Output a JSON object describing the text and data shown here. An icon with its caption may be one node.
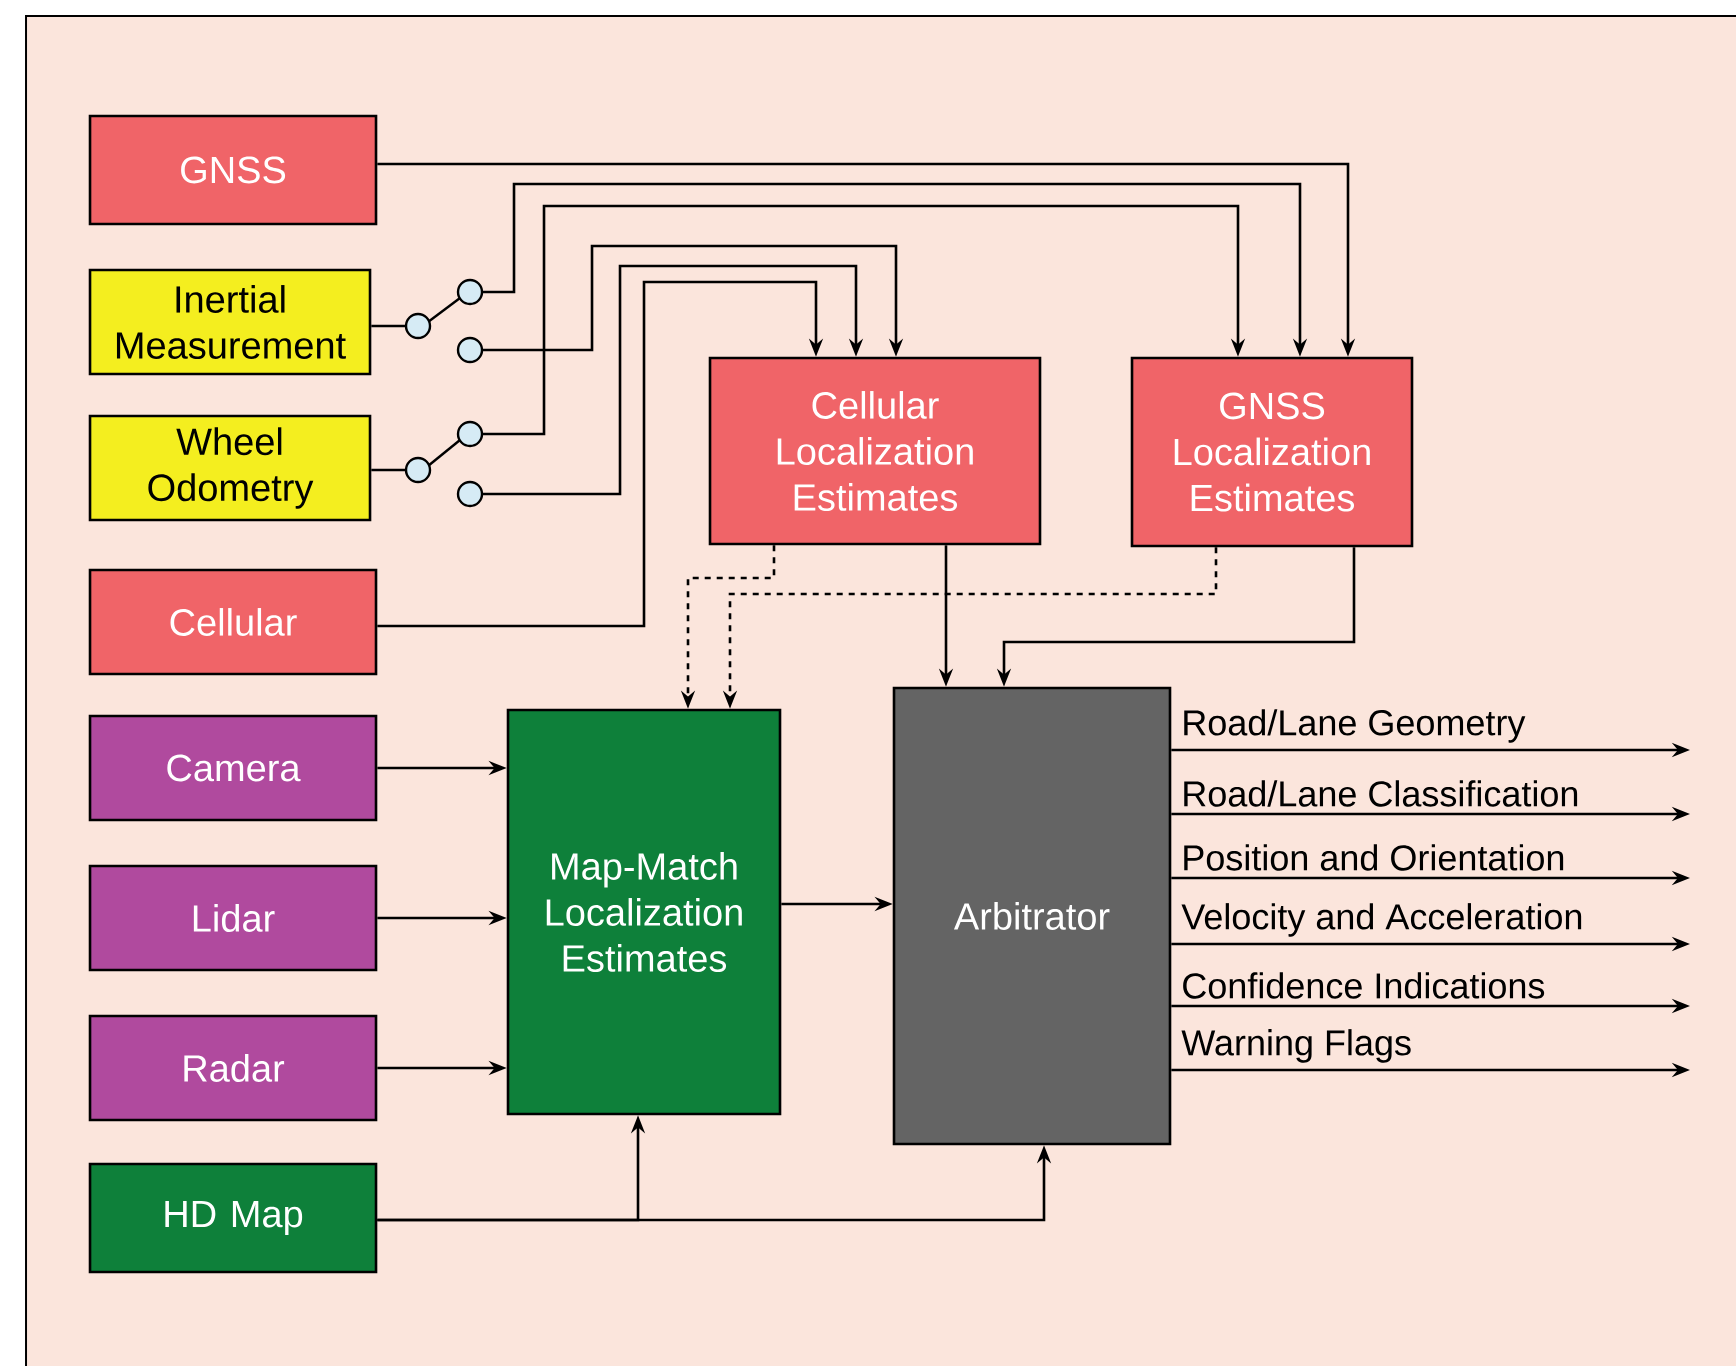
{
  "diagram": {
    "nodes": [
      {
        "text": [
          "GNSS"
        ]
      },
      {
        "text": [
          "Inertial Measurement"
        ]
      },
      {
        "text": [
          "Wheel Odometry"
        ]
      },
      {
        "text": [
          "Cellular"
        ]
      },
      {
        "text": [
          "Camera"
        ]
      },
      {
        "text": [
          "Lidar"
        ]
      },
      {
        "text": [
          "Radar"
        ]
      },
      {
        "text": [
          "HD Map"
        ]
      },
      {
        "text": [
          "Cellular Localization Estimates"
        ]
      },
      {
        "text": [
          "GNSS Localization Estimates"
        ]
      },
      {
        "text": [
          "Map-Match Localization Estimates"
        ]
      },
      {
        "text": [
          "Arbitrator"
        ]
      }
    ],
    "edges": [
      {
        "from": 0,
        "to": 9,
        "arrow": "to"
      },
      {
        "from": 1,
        "to": 9,
        "arrow": "to"
      },
      {
        "from": 1,
        "to": 8,
        "arrow": "to"
      },
      {
        "from": 2,
        "to": 9,
        "arrow": "to"
      },
      {
        "from": 2,
        "to": 8,
        "arrow": "to"
      },
      {
        "from": 3,
        "to": 8,
        "arrow": "to"
      },
      {
        "from": 8,
        "to": 10,
        "arrow": "to",
        "style": "dashed"
      },
      {
        "from": 9,
        "to": 10,
        "arrow": "to",
        "style": "dashed"
      },
      {
        "from": 8,
        "to": 11,
        "arrow": "to"
      },
      {
        "from": 9,
        "to": 11,
        "arrow": "to"
      },
      {
        "from": 4,
        "to": 10,
        "arrow": "to"
      },
      {
        "from": 5,
        "to": 10,
        "arrow": "to"
      },
      {
        "from": 6,
        "to": 10,
        "arrow": "to"
      },
      {
        "from": 10,
        "to": 11,
        "arrow": "to"
      },
      {
        "from": 7,
        "to": 10,
        "arrow": "to"
      },
      {
        "from": 7,
        "to": 11,
        "arrow": "to"
      },
      {
        "from": 11,
        "to": null,
        "arrow": "to",
        "label": "Road/Lane Geometry"
      },
      {
        "from": 11,
        "to": null,
        "arrow": "to",
        "label": "Road/Lane Classification"
      },
      {
        "from": 11,
        "to": null,
        "arrow": "to",
        "label": "Position and Orientation"
      },
      {
        "from": 11,
        "to": null,
        "arrow": "to",
        "label": "Velocity and Acceleration"
      },
      {
        "from": 11,
        "to": null,
        "arrow": "to",
        "label": "Confidence Indications"
      },
      {
        "from": 11,
        "to": null,
        "arrow": "to",
        "label": "Warning Flags"
      }
    ]
  }
}
